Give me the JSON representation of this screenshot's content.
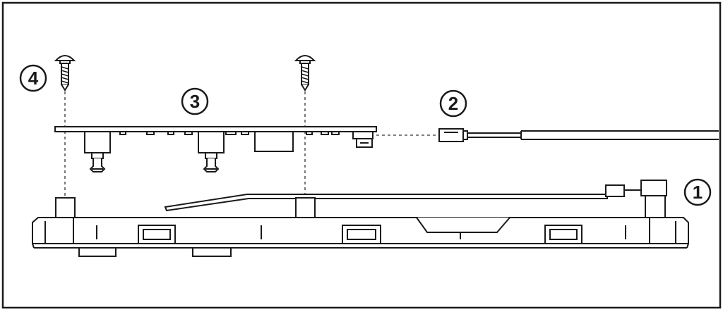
{
  "callouts": {
    "one": "1",
    "two": "2",
    "three": "3",
    "four": "4"
  },
  "colors": {
    "line": "#1a1a1a",
    "fill": "#ffffff",
    "dash": "#333333"
  }
}
